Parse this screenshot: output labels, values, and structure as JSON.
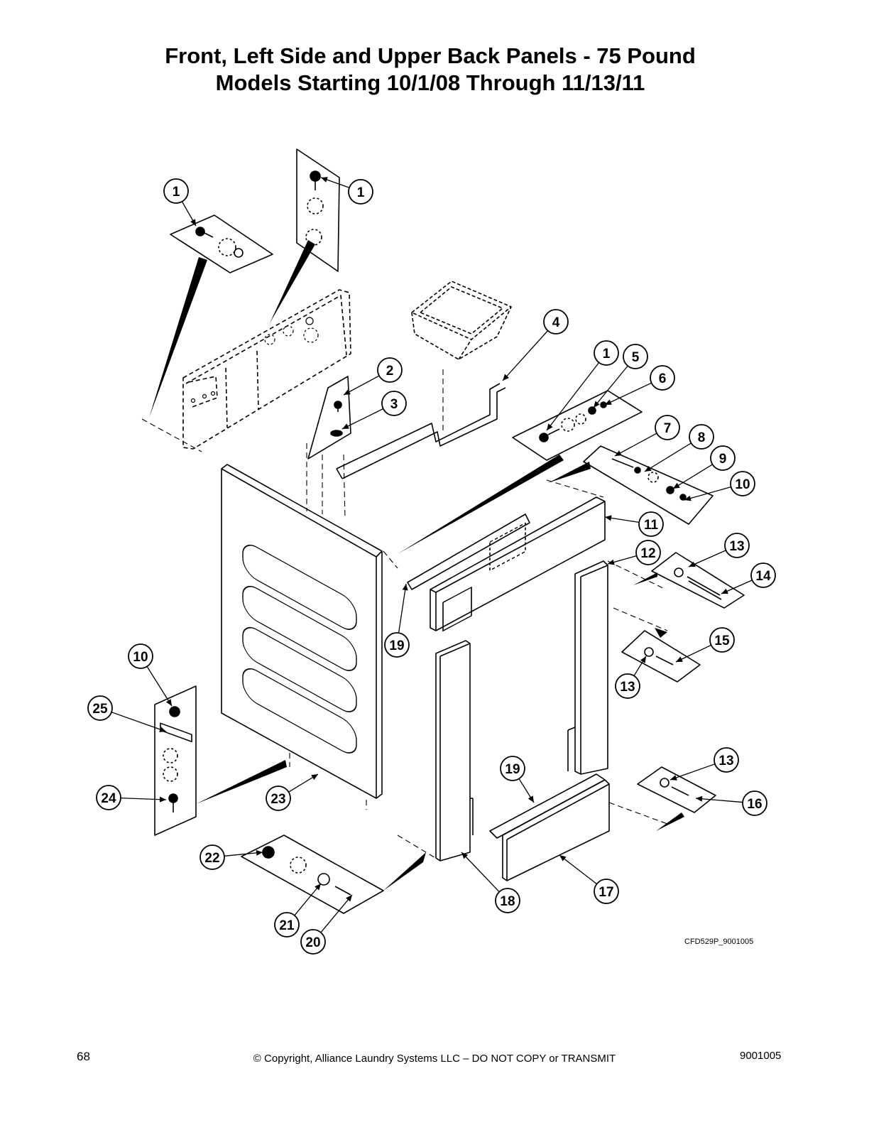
{
  "title": {
    "line1": "Front, Left Side and Upper Back Panels - 75 Pound",
    "line2": "Models Starting 10/1/08 Through 11/13/11"
  },
  "figure_ref": "CFD529P_9001005",
  "footer": {
    "page_number": "68",
    "copyright": "© Copyright, Alliance Laundry Systems LLC – DO NOT COPY or TRANSMIT",
    "doc_number": "9001005"
  },
  "callouts": [
    {
      "label": "1"
    },
    {
      "label": "1"
    },
    {
      "label": "2"
    },
    {
      "label": "3"
    },
    {
      "label": "4"
    },
    {
      "label": "1"
    },
    {
      "label": "5"
    },
    {
      "label": "6"
    },
    {
      "label": "7"
    },
    {
      "label": "8"
    },
    {
      "label": "9"
    },
    {
      "label": "10"
    },
    {
      "label": "11"
    },
    {
      "label": "12"
    },
    {
      "label": "13"
    },
    {
      "label": "14"
    },
    {
      "label": "19"
    },
    {
      "label": "15"
    },
    {
      "label": "13"
    },
    {
      "label": "10"
    },
    {
      "label": "25"
    },
    {
      "label": "24"
    },
    {
      "label": "23"
    },
    {
      "label": "13"
    },
    {
      "label": "16"
    },
    {
      "label": "19"
    },
    {
      "label": "22"
    },
    {
      "label": "21"
    },
    {
      "label": "20"
    },
    {
      "label": "18"
    },
    {
      "label": "17"
    }
  ]
}
